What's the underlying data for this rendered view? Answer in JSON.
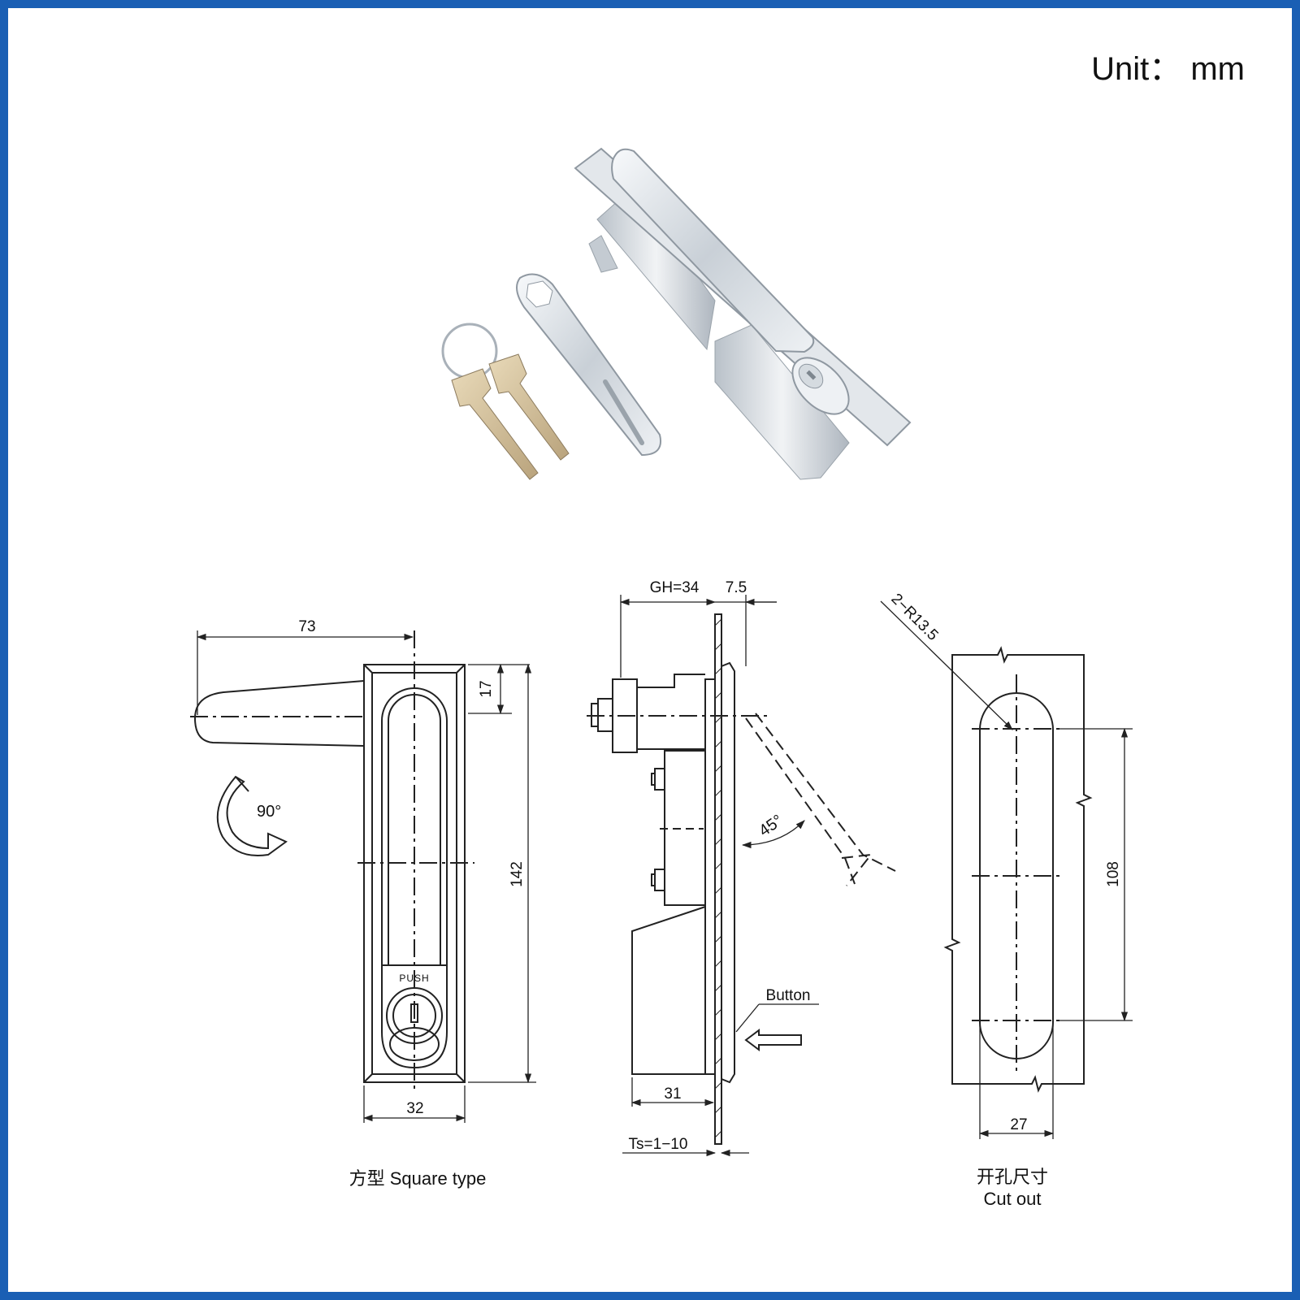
{
  "unit_label": "Unit： mm",
  "colors": {
    "border": "#1a5fb4",
    "line": "#222222",
    "metal": "#d7dde3"
  },
  "front_view": {
    "dim_handle_length": "73",
    "dim_top": "17",
    "dim_height": "142",
    "dim_width": "32",
    "rotation": "90°",
    "push_label": "PUSH",
    "caption": "方型 Square type"
  },
  "side_view": {
    "dim_gh": "GH=34",
    "dim_flange": "7.5",
    "angle": "45°",
    "button_label": "Button",
    "dim_body": "31",
    "dim_ts": "Ts=1−10"
  },
  "cutout_view": {
    "dim_radius": "2−R13.5",
    "dim_length": "108",
    "dim_width": "27",
    "caption_cn": "开孔尺寸",
    "caption_en": "Cut out"
  }
}
